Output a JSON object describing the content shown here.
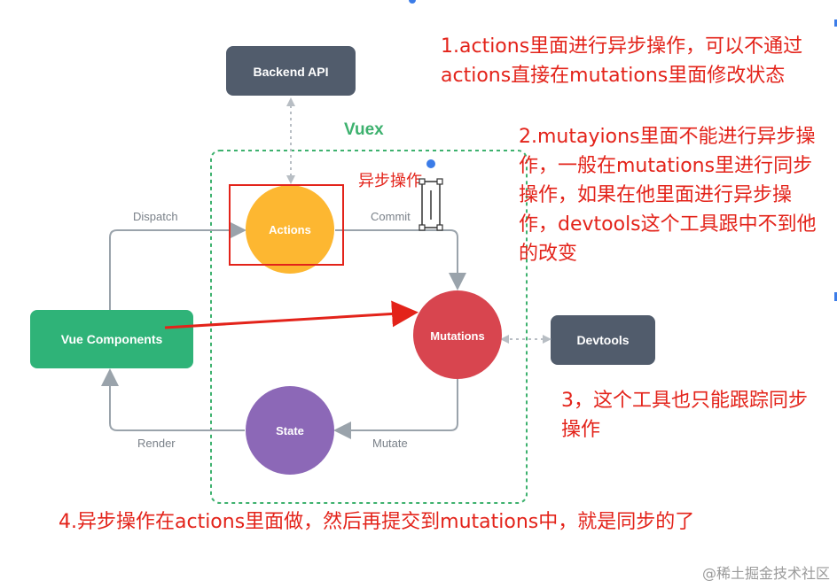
{
  "diagram": {
    "vuex_label": "Vuex",
    "nodes": {
      "backend_api": "Backend API",
      "actions": "Actions",
      "mutations": "Mutations",
      "state": "State",
      "vue_components": "Vue Components",
      "devtools": "Devtools"
    },
    "edges": {
      "dispatch": "Dispatch",
      "commit": "Commit",
      "mutate": "Mutate",
      "render": "Render"
    },
    "colors": {
      "actions": "#fdb731",
      "mutations": "#d8454f",
      "state": "#8c68b7",
      "vue_components": "#2fb378",
      "dark_box": "#515c6c",
      "vuex_border": "#3db16e",
      "arrow": "#9aa3ab",
      "annotation": "#e3231a"
    }
  },
  "annotations": {
    "async_label": "异步操作",
    "note1": "1.actions里面进行异步操作，可以不通过actions直接在mutations里面修改状态",
    "note2": "2.mutayions里面不能进行异步操作，一般在mutations里进行同步操作，如果在他里面进行异步操作，devtools这个工具跟中不到他的改变",
    "note3": "3，这个工具也只能跟踪同步操作",
    "note4": "4.异步操作在actions里面做，然后再提交到mutations中，就是同步的了"
  },
  "watermark": "@稀土掘金技术社区"
}
